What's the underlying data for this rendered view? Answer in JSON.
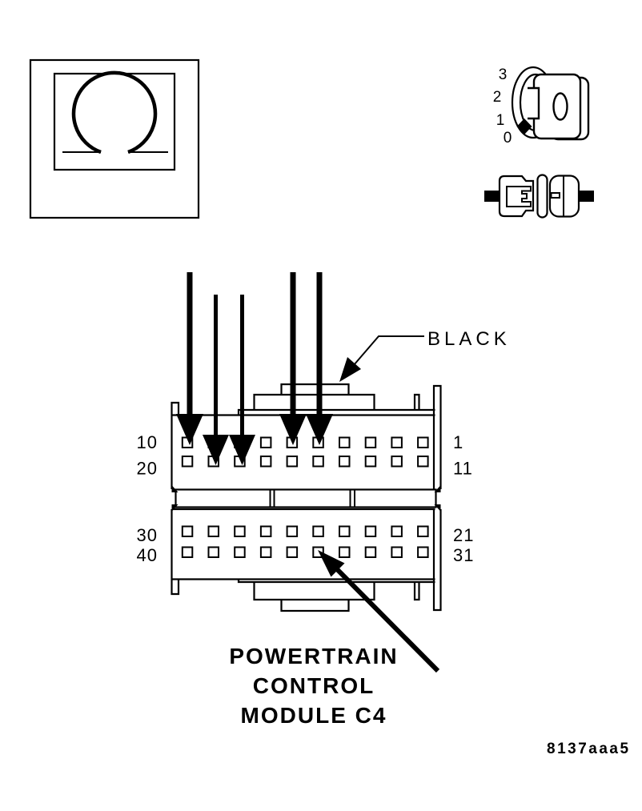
{
  "dial": {
    "positions": [
      "3",
      "2",
      "1",
      "0"
    ]
  },
  "callout": {
    "black": "BLACK"
  },
  "connector": {
    "left_labels": [
      "10",
      "20",
      "30",
      "40"
    ],
    "right_labels": [
      "1",
      "11",
      "21",
      "31"
    ],
    "pin_rows": 4,
    "pins_per_row": 10,
    "arrow_pin_targets": [
      "pin_10",
      "pin_19",
      "pin_18",
      "pin_6",
      "pin_5",
      "pin_35"
    ]
  },
  "pcm_label": {
    "lines": [
      "POWERTRAIN",
      "CONTROL",
      "MODULE C4"
    ]
  },
  "figure_id": "8137aaa5"
}
